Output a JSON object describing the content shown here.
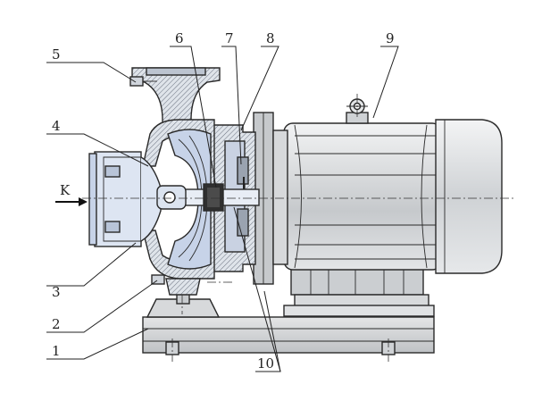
{
  "diagram": {
    "callouts": [
      "1",
      "2",
      "3",
      "4",
      "5",
      "6",
      "7",
      "8",
      "9",
      "10"
    ],
    "flow_label": "K"
  },
  "colors": {
    "body_gray": "#d2d4d6",
    "body_light": "#e6e7e8",
    "casing_blue": "#c7d3e8",
    "casing_light": "#dde5f2",
    "dark": "#2a2a2a"
  }
}
